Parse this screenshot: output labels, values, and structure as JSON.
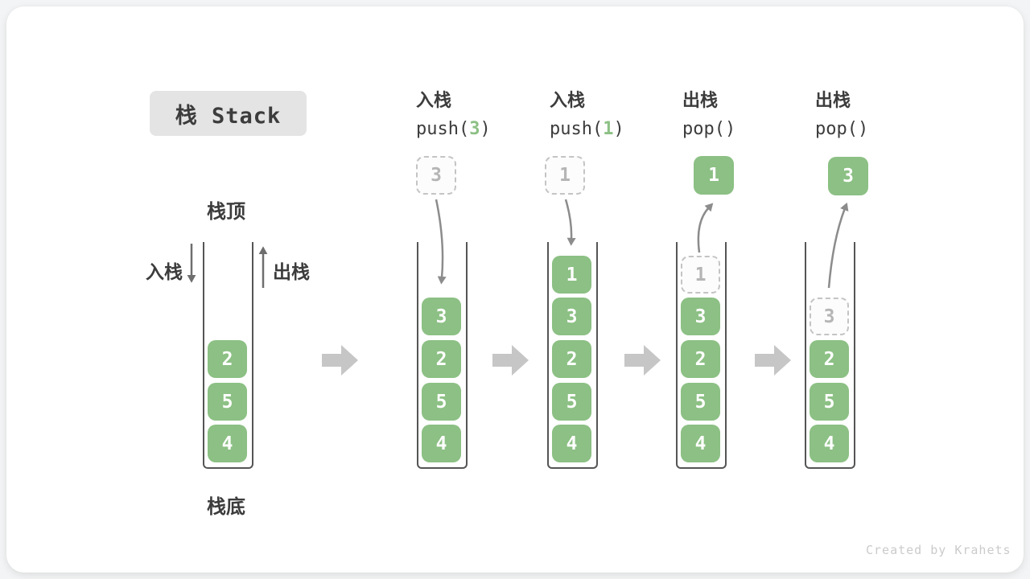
{
  "title": "栈 Stack",
  "labels": {
    "stack_top": "栈顶",
    "stack_bottom": "栈底",
    "push_direction": "入栈",
    "pop_direction": "出栈"
  },
  "operations": [
    {
      "name": "入栈",
      "fn": "push(",
      "arg": "3",
      "close": ")"
    },
    {
      "name": "入栈",
      "fn": "push(",
      "arg": "1",
      "close": ")"
    },
    {
      "name": "出栈",
      "fn": "pop(",
      "arg": "",
      "close": ")"
    },
    {
      "name": "出栈",
      "fn": "pop(",
      "arg": "",
      "close": ")"
    }
  ],
  "stacks": [
    {
      "blocks": [
        "2",
        "5",
        "4"
      ]
    },
    {
      "incoming": "3",
      "blocks": [
        "3",
        "2",
        "5",
        "4"
      ]
    },
    {
      "incoming": "1",
      "blocks": [
        "1",
        "3",
        "2",
        "5",
        "4"
      ]
    },
    {
      "popped": "1",
      "ghost": "1",
      "blocks": [
        "3",
        "2",
        "5",
        "4"
      ]
    },
    {
      "popped": "3",
      "ghost": "3",
      "blocks": [
        "2",
        "5",
        "4"
      ]
    }
  ],
  "watermark": "Created by Krahets",
  "colors": {
    "green": "#8CC084",
    "text_dark": "#3C3C3C",
    "ghost_text": "#B5B5B5",
    "ghost_border": "#C4C4C4",
    "curve_arrow": "#8C8C8C",
    "thin_arrow": "#6E6E6E",
    "block_arrow": "#C6C6C6",
    "title_bg": "#E4E4E4",
    "tube_border": "#555555",
    "watermark": "#CBCBCB",
    "card_bg": "#FFFFFF",
    "page_bg": "#F3F4F5"
  }
}
